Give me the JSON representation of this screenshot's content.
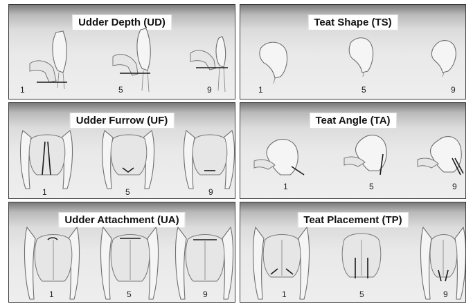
{
  "panels": [
    {
      "id": "ud",
      "title": "Udder Depth (UD)",
      "scores": [
        "1",
        "5",
        "9"
      ]
    },
    {
      "id": "ts",
      "title": "Teat Shape (TS)",
      "scores": [
        "1",
        "5",
        "9"
      ]
    },
    {
      "id": "uf",
      "title": "Udder Furrow (UF)",
      "scores": [
        "1",
        "5",
        "9"
      ]
    },
    {
      "id": "ta",
      "title": "Teat Angle (TA)",
      "scores": [
        "1",
        "5",
        "9"
      ]
    },
    {
      "id": "ua",
      "title": "Udder Attachment (UA)",
      "scores": [
        "1",
        "5",
        "9"
      ]
    },
    {
      "id": "tp",
      "title": "Teat Placement (TP)",
      "scores": [
        "1",
        "5",
        "9"
      ]
    }
  ]
}
